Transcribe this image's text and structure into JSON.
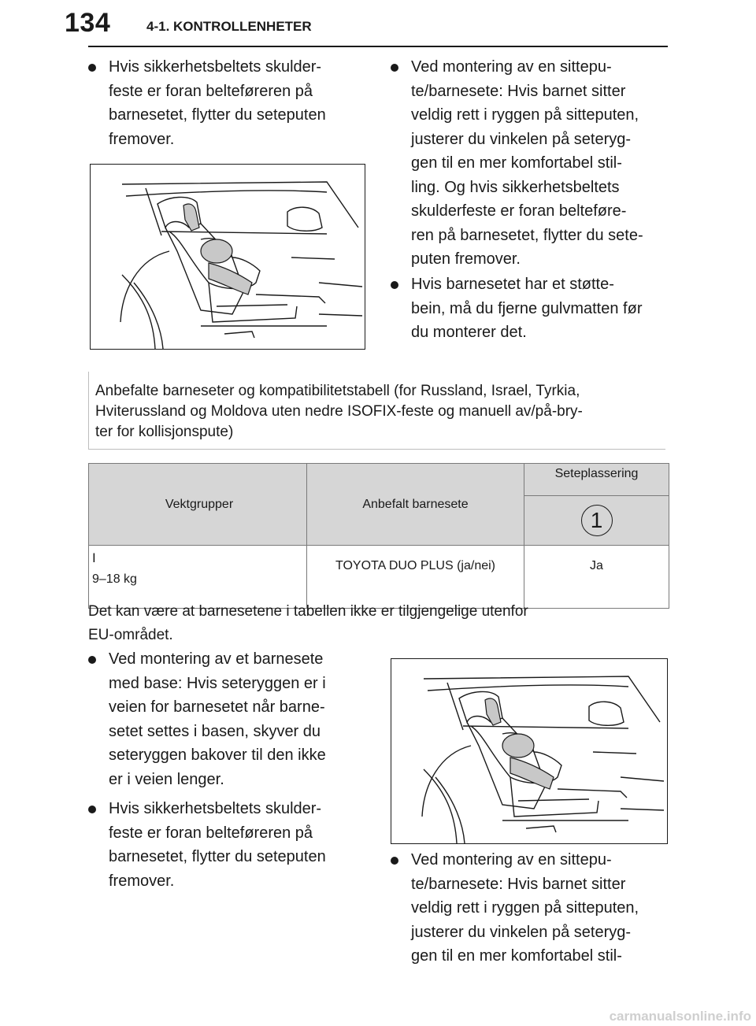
{
  "header": {
    "page_number": "134",
    "section_title": "4-1. KONTROLLENHETER"
  },
  "bullets": {
    "top_left": [
      "Hvis sikkerhetsbeltets skulder-",
      "feste er foran belteføreren på",
      "barnesetet, flytter du seteputen",
      "fremover."
    ],
    "top_right_1": [
      "Ved montering av en sittepu-",
      "te/barnesete: Hvis barnet sitter",
      "veldig rett i ryggen på sitteputen,",
      "justerer du vinkelen på seteryg-",
      "gen til en mer komfortabel stil-",
      "ling. Og hvis sikkerhetsbeltets",
      "skulderfeste er foran belteføre-",
      "ren på barnesetet, flytter du sete-",
      "puten fremover."
    ],
    "top_right_2": [
      "Hvis barnesetet har et støtte-",
      "bein, må du fjerne gulvmatten før",
      "du monterer det."
    ],
    "bottom_left_1": [
      "Ved montering av et barnesete",
      "med base: Hvis seteryggen er i",
      "veien for barnesetet når barne-",
      "setet settes i basen, skyver du",
      "seteryggen bakover til den ikke",
      "er i veien lenger."
    ],
    "bottom_left_2": [
      "Hvis sikkerhetsbeltets skulder-",
      "feste er foran belteføreren på",
      "barnesetet, flytter du seteputen",
      "fremover."
    ],
    "bottom_right": [
      "Ved montering av en sittepu-",
      "te/barnesete: Hvis barnet sitter",
      "veldig rett i ryggen på sitteputen,",
      "justerer du vinkelen på seteryg-",
      "gen til en mer komfortabel stil-"
    ]
  },
  "table_title": [
    "Anbefalte barneseter og kompatibilitetstabell (for Russland, Israel, Tyrkia,",
    "Hviterussland og Moldova uten nedre ISOFIX-feste og manuell av/på-bry-",
    "ter for kollisjonspute)"
  ],
  "table": {
    "col_weight": "Vektgrupper",
    "col_seat": "Anbefalt barnesete",
    "col_position": "Seteplassering",
    "position_number": "1",
    "rows": [
      {
        "group": "I",
        "weight": "9–18 kg",
        "seat": "TOYOTA DUO PLUS (ja/nei)",
        "value": "Ja"
      }
    ]
  },
  "note": [
    "Det kan være at barnesetene i tabellen ikke er tilgjengelige utenfor",
    "EU-området."
  ],
  "watermark": "carmanualsonline.info",
  "icons": {
    "bullet": "bullet-dot-icon",
    "illustration": "child-seat-in-car-illustration"
  }
}
